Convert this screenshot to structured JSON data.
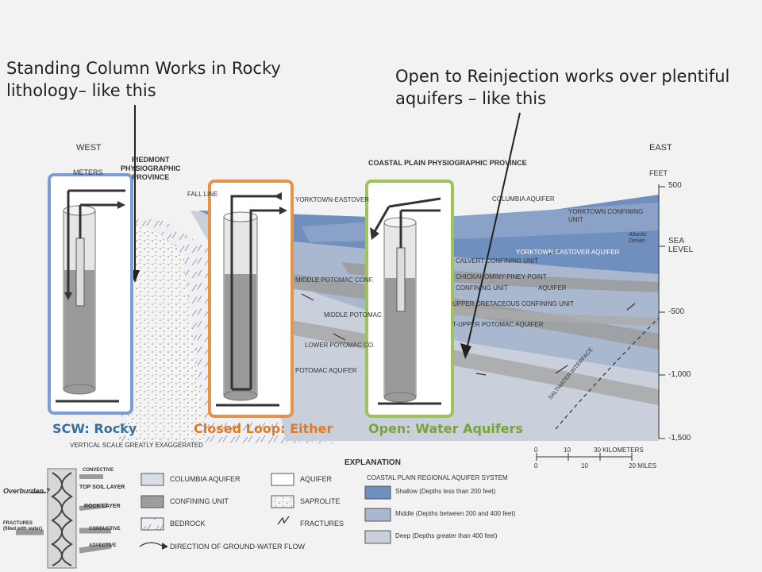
{
  "callouts": {
    "left": "Standing Column Works in Rocky\nlithology– like this",
    "right": "Open to Reinjection works over plentiful\naquifers – like this"
  },
  "orientation": {
    "west": "WEST",
    "east": "EAST",
    "meters": "METERS",
    "feet": "FEET"
  },
  "provinces": {
    "piedmont": "PIEDMONT\nPHYSIOGRAPHIC\nPROVINCE",
    "coastal": "COASTAL PLAIN PHYSIOGRAPHIC PROVINCE"
  },
  "depth_ticks": [
    "500",
    "SEA\nLEVEL",
    "-500",
    "-1,000",
    "-1,500"
  ],
  "layer_labels": {
    "fall_line": "FALL LINE",
    "yorktown_eastover": "YORKTOWN-EASTOVER",
    "columbia": "COLUMBIA AQUIFER",
    "yorktown_confining": "YORKTOWN CONFINING\nUNIT",
    "atlantic": "Atlantic\nOcean",
    "yorktown_eastover_aq": "YORKTOWN-EASTOVER AQUIFER",
    "calvert": "CALVERT CONFINING UNIT",
    "chickahominy": "CHICKAHOMINY-PINEY POINT",
    "confining_unit": "CONFINING UNIT",
    "aquifer": "AQUIFER",
    "middle_potomac_conf": "MIDDLE POTOMAC CONF.",
    "middle_potomac": "MIDDLE POTOMAC",
    "lower_potomac": "LOWER POTOMAC CO.",
    "potomac_aquifer": "POTOMAC AQUIFER",
    "upper_cretaceous": "UPPER CRETACEOUS CONFINING UNIT",
    "upper_potomac": "T-UPPER POTOMAC AQUIFER",
    "saltwater": "SALTWATER INTERFACE",
    "vertical_scale": "VERTICAL SCALE GREATLY EXAGGERATED"
  },
  "captions": {
    "scw": {
      "text": "SCW: Rocky",
      "color": "#3a6f9a"
    },
    "closed": {
      "text": "Closed Loop: Either",
      "color": "#e07a22"
    },
    "open": {
      "text": "Open: Water Aquifers",
      "color": "#7aa33a"
    }
  },
  "frame_colors": {
    "scw": "#7b9dd6",
    "closed": "#e6934a",
    "open": "#9cc45a"
  },
  "scale": {
    "km_label": "30 KILOMETERS",
    "mi_label": "20 MILES",
    "km_ticks": [
      "0",
      "10"
    ],
    "mi_ticks": [
      "0",
      "10"
    ]
  },
  "explanation": {
    "title": "EXPLANATION",
    "col1": [
      "COLUMBIA AQUIFER",
      "CONFINING UNIT",
      "BEDROCK",
      "DIRECTION OF GROUND-WATER FLOW"
    ],
    "col2": [
      "AQUIFER",
      "SAPROLITE",
      "FRACTURES"
    ],
    "system_title": "COASTAL PLAIN REGIONAL AQUIFER SYSTEM",
    "system": [
      "Shallow (Depths less than 200 feet)",
      "Middle (Depths between 200 and 400 feet)",
      "Deep (Depths greater than 400 feet)"
    ]
  },
  "side_diagram": {
    "overburden": "Overburden ?",
    "fractures": "FRACTURES\n(filled with water)",
    "labels": [
      "CONVECTIVE",
      "TOP SOIL LAYER",
      "ROCK LAYER",
      "CONDUCTIVE",
      "ADVECTIVE"
    ]
  },
  "colors": {
    "shallow": "#6f8fbf",
    "middle": "#a9b8cf",
    "deep": "#c9d0dc",
    "confining": "#9d9d9d",
    "columbia": "#d9dde6"
  }
}
